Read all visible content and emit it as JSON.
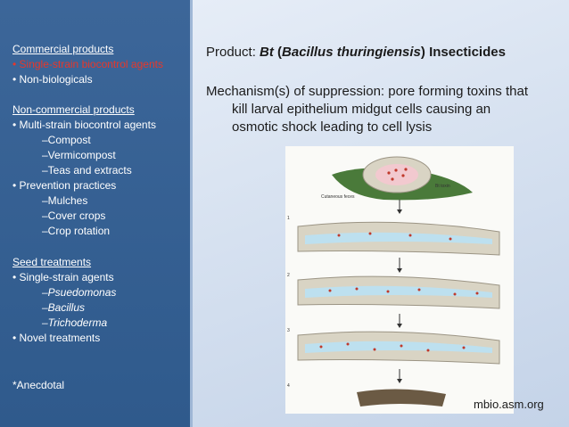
{
  "sidebar": {
    "commercial_heading": "Commercial products",
    "commercial_items": [
      "• Single-strain biocontrol agents",
      "• Non-biologicals"
    ],
    "noncommercial_heading": "Non-commercial products",
    "noncommercial_item1": "• Multi-strain biocontrol agents",
    "noncommercial_sub1": [
      "–Compost",
      "–Vermicompost",
      "–Teas and extracts"
    ],
    "noncommercial_item2": "• Prevention practices",
    "noncommercial_sub2": [
      "–Mulches",
      "–Cover crops",
      "–Crop rotation"
    ],
    "seed_heading": "Seed treatments",
    "seed_item1": "• Single-strain agents",
    "seed_sub": [
      "–Psuedomonas",
      "–Bacillus",
      "–Trichoderma"
    ],
    "seed_item2": "• Novel treatments",
    "footnote": "*Anecdotal"
  },
  "main": {
    "product_label": "Product: ",
    "product_bt": "Bt",
    "product_paren": " (",
    "product_species": "Bacillus thuringiensis",
    "product_rest": ") Insecticides",
    "mechanism_lines": [
      "Mechanism(s) of suppression: pore forming toxins that",
      "kill larval epithelium midgut cells causing an",
      "osmotic shock leading to cell lysis"
    ],
    "credit": "mbio.asm.org"
  },
  "figure": {
    "label_feces": "Cutaneous feces",
    "label_mouth": "Bt toxin",
    "steps": [
      "1",
      "2",
      "3",
      "4"
    ]
  },
  "colors": {
    "sidebar": "#3c6699",
    "highlight": "#e8372a",
    "background": "#d6e1f0",
    "larva": "#d9d4c4",
    "midgut": "#bde0ef"
  }
}
